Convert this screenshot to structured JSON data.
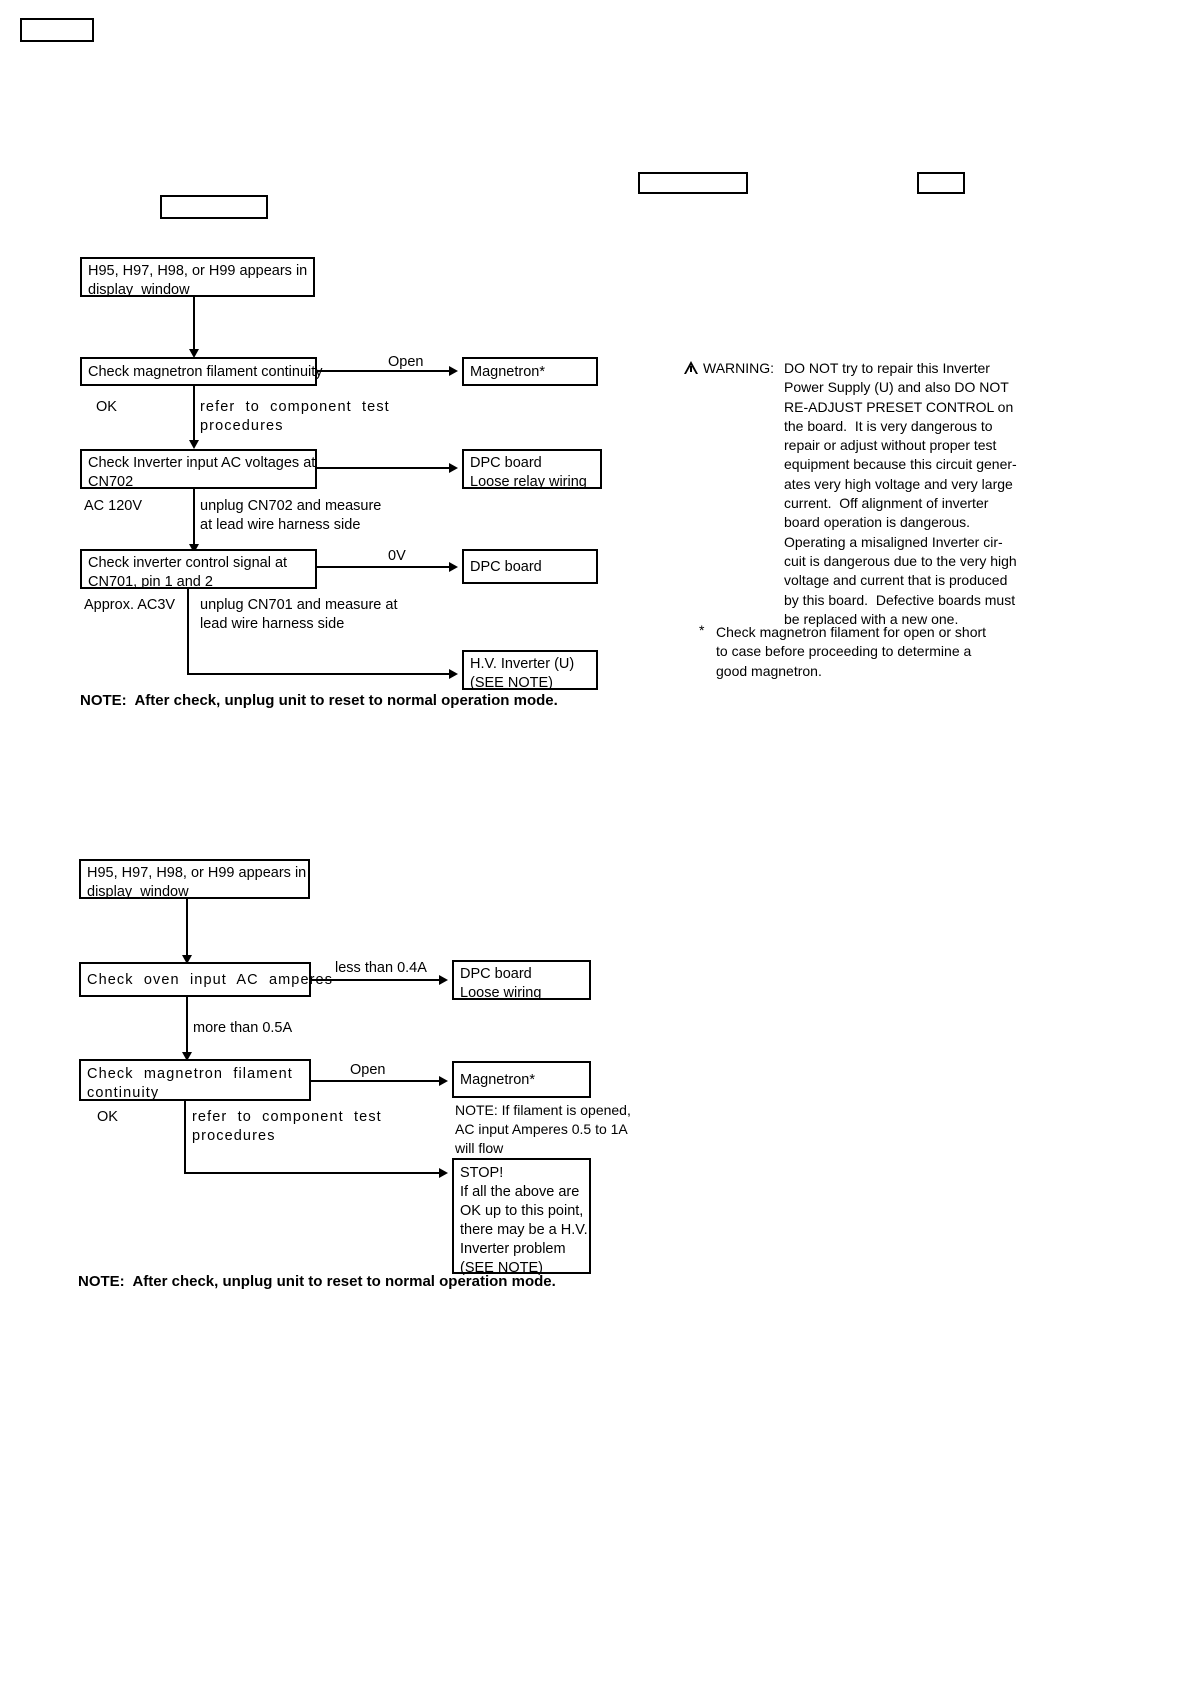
{
  "page": {
    "header_boxes": [
      {
        "name": "top-left-marker-box",
        "label": ""
      },
      {
        "name": "header-center-box",
        "label": ""
      },
      {
        "name": "header-right-box",
        "label": ""
      },
      {
        "name": "chart-title-box",
        "label": ""
      }
    ]
  },
  "chart1": {
    "start": "H95, H97, H98, or H99 appears in\ndisplay  window",
    "step1": "Check magnetron filament continuity",
    "step1_branch_label": "Open",
    "step1_branch_target": "Magnetron*",
    "step1_ok_label": "OK",
    "step1_ok_note": "refer  to  component  test\nprocedures",
    "step2": "Check Inverter input AC voltages at\nCN702",
    "step2_branch_target": "DPC board\nLoose relay wiring",
    "step2_ok_label": "AC 120V",
    "step2_ok_note": "unplug CN702 and measure\nat lead wire harness side",
    "step3": "Check inverter control signal at\nCN701, pin 1 and 2",
    "step3_branch_label": "0V",
    "step3_branch_target": "DPC board",
    "step3_ok_label": "Approx. AC3V",
    "step3_ok_note": "unplug CN701 and measure at\nlead wire harness side",
    "final_target": "H.V. Inverter (U)\n(SEE NOTE)",
    "note": "NOTE:  After check, unplug unit to reset to normal operation mode."
  },
  "warning": {
    "title": "WARNING:",
    "icon": "warning-triangle-icon",
    "body": "DO NOT try to repair this Inverter\nPower Supply (U) and also DO NOT\nRE-ADJUST PRESET CONTROL on\nthe board.  It is very dangerous to\nrepair or adjust without proper test\nequipment because this circuit gener-\nates very high voltage and very large\ncurrent.  Off alignment of inverter\nboard operation is dangerous.\nOperating a misaligned Inverter cir-\ncuit is dangerous due to the very high\nvoltage and current that is produced\nby this board.  Defective boards must\nbe replaced with a new one.",
    "footnote_marker": "*",
    "footnote": "Check magnetron filament for open or short\nto case before proceeding to determine a\ngood magnetron."
  },
  "chart2": {
    "start": "H95, H97, H98, or H99 appears in\ndisplay  window",
    "step1": "Check  oven  input  AC  amperes",
    "step1_branch_label": "less than 0.4A",
    "step1_branch_target": "DPC board\nLoose wiring",
    "step1_ok_label": "more than 0.5A",
    "step2": "Check  magnetron  filament\ncontinuity",
    "step2_branch_label": "Open",
    "step2_branch_target": "Magnetron*",
    "step2_branch_note": "NOTE: If filament is opened,\nAC input Amperes 0.5 to 1A\nwill flow",
    "step2_ok_label": "OK",
    "step2_ok_note": "refer  to  component  test\nprocedures",
    "final_target": "STOP!\nIf all the above are\nOK up to this point,\nthere may be a H.V.\nInverter problem\n(SEE NOTE)",
    "note": "NOTE:  After check, unplug unit to reset to normal operation mode."
  }
}
